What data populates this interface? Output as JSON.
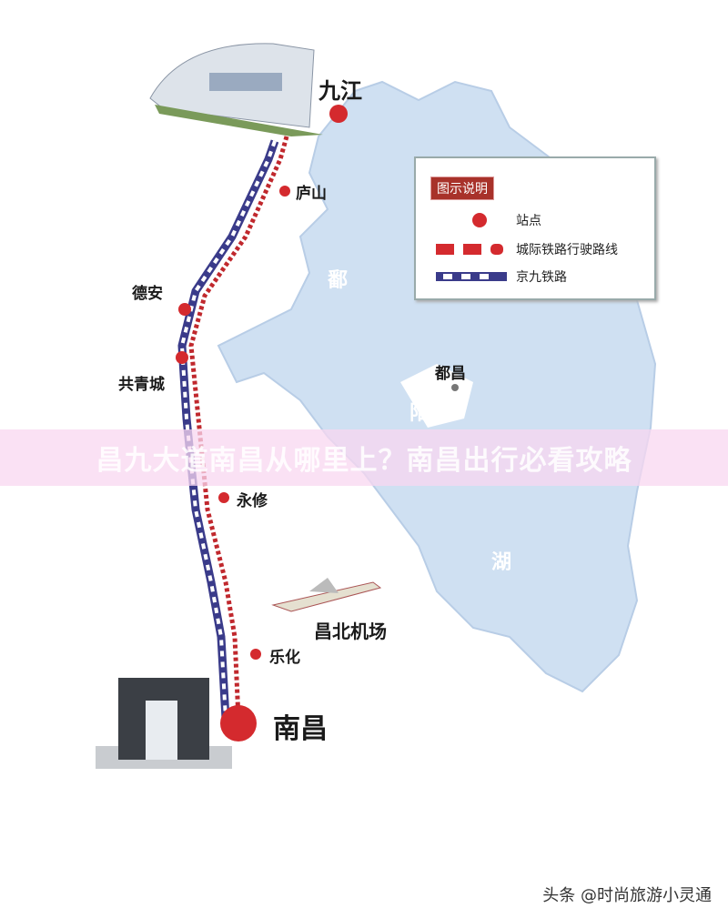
{
  "stations": [
    {
      "name": "九江",
      "major": true
    },
    {
      "name": "庐山",
      "major": false
    },
    {
      "name": "德安",
      "major": false
    },
    {
      "name": "共青城",
      "major": false
    },
    {
      "name": "永修",
      "major": false
    },
    {
      "name": "乐化",
      "major": false
    },
    {
      "name": "南昌",
      "major": true
    }
  ],
  "places": {
    "duchang": "都昌",
    "airport": "昌北机场"
  },
  "lake_label": [
    "鄱",
    "阳",
    "湖"
  ],
  "legend": {
    "title": "图示说明",
    "items": [
      {
        "label": "站点",
        "symbol": "station-dot"
      },
      {
        "label": "城际铁路行驶路线",
        "symbol": "red-dashed-line"
      },
      {
        "label": "京九铁路",
        "symbol": "blue-white-dashed-line"
      }
    ]
  },
  "banner": {
    "text": "昌九大道南昌从哪里上？南昌出行必看攻略"
  },
  "watermark": "头条 @时尚旅游小灵通",
  "colors": {
    "lake": "#cfe0f2",
    "station": "#d42a2e",
    "intercity": "#c0282d",
    "jingjiu": "#3a3b8a",
    "legend_title_bg": "#a8322a"
  }
}
